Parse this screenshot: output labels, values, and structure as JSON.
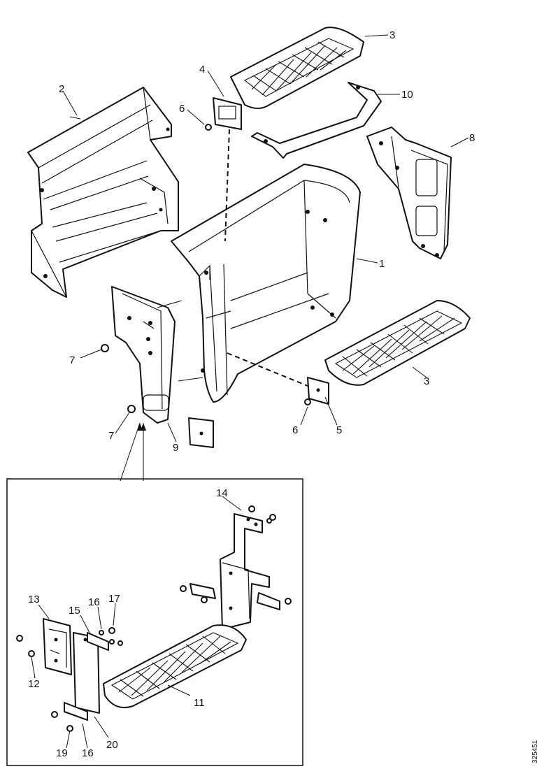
{
  "callouts": {
    "c1": "1",
    "c2": "2",
    "c3a": "3",
    "c3b": "3",
    "c4": "4",
    "c5": "5",
    "c6a": "6",
    "c6b": "6",
    "c7a": "7",
    "c7b": "7",
    "c8": "8",
    "c9": "9",
    "c10": "10",
    "c11": "11",
    "c12": "12",
    "c13": "13",
    "c14": "14",
    "c15": "15",
    "c16a": "16",
    "c16b": "16",
    "c17": "17",
    "c19": "19",
    "c20": "20"
  },
  "drawing_code": "325451"
}
